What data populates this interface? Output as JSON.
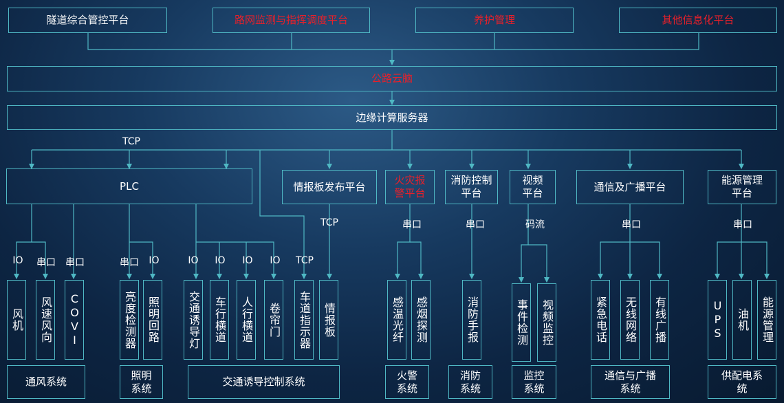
{
  "top": {
    "tunnel": "隧道综合管控平台",
    "road_network": "路网监测与指挥调度平台",
    "maintenance": "养护管理",
    "other": "其他信息化平台"
  },
  "brain": "公路云脑",
  "edge": "边缘计算服务器",
  "protocols": {
    "tcp": "TCP",
    "io": "IO",
    "serial": "串口",
    "video_stream": "码流"
  },
  "platforms": {
    "plc": "PLC",
    "info_board": "情报板发布平台",
    "fire_alarm": "火灾报警平台",
    "fire_control": "消防控制平台",
    "video": "视频平台",
    "comm_broadcast": "通信及广播平台",
    "energy": "能源管理平台"
  },
  "devices": {
    "fan": "风机",
    "wind": "风速风向",
    "covi": "COVI",
    "brightness": "亮度检测器",
    "lighting_loop": "照明回路",
    "traffic_light": "交通诱导灯",
    "vehicle_cross": "车行横道",
    "pedestrian_cross": "人行横道",
    "shutter": "卷帘门",
    "lane_indicator": "车道指示器",
    "info_board_dev": "情报板",
    "temp_fiber": "感温光纤",
    "smoke": "感烟探测",
    "hydrant": "消防手报",
    "event_detect": "事件检测",
    "video_monitor": "视频监控",
    "emergency_phone": "紧急电话",
    "wireless": "无线网络",
    "wired_broadcast": "有线广播",
    "ups": "UPS",
    "generator": "油机",
    "energy_mgmt": "能源管理"
  },
  "systems": {
    "ventilation": "通风系统",
    "lighting": "照明系统",
    "traffic": "交通诱导控制系统",
    "fire": "火警系统",
    "fire_protection": "消防系统",
    "monitoring": "监控系统",
    "comm": "通信与广播系统",
    "power": "供配电系统"
  }
}
